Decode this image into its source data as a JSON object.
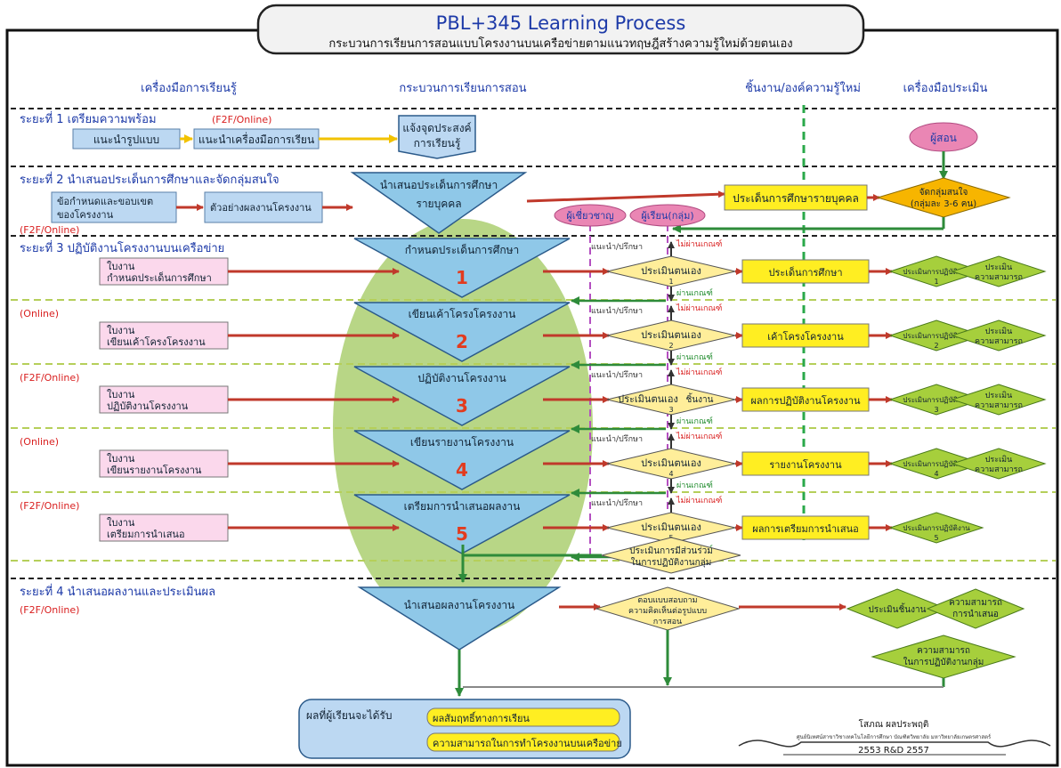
{
  "header": {
    "title": "PBL+345  Learning Process",
    "subtitle": "กระบวนการเรียนการสอนแบบโครงงานบนเครือข่ายตามแนวทฤษฎีสร้างความรู้ใหม่ด้วยตนเอง"
  },
  "columns": {
    "tools": "เครื่องมือการเรียนรู้",
    "process": "กระบวนการเรียนการสอน",
    "outputs": "ชิ้นงาน/องค์ความรู้ใหม่",
    "assessment": "เครื่องมือประเมิน"
  },
  "phases": [
    {
      "title": "ระยะที่ 1 เตรียมความพร้อม",
      "mode": "(F2F/Online)"
    },
    {
      "title": "ระยะที่ 2 นำเสนอประเด็นการศึกษาและจัดกลุ่มสนใจ",
      "mode": "(F2F/Online)"
    },
    {
      "title": "ระยะที่ 3 ปฏิบัติงานโครงงานบนเครือข่าย",
      "mode": "(Online)"
    },
    {
      "title": "ระยะที่ 4 นำเสนอผลงานและประเมินผล",
      "mode": "(F2F/Online)"
    }
  ],
  "phase1": {
    "box1": "แนะนำรูปแบบ",
    "box2": "แนะนำเครื่องมือการเรียน",
    "objective_line1": "แจ้งจุดประสงค์",
    "objective_line2": "การเรียนรู้",
    "teacher": "ผู้สอน"
  },
  "phase2": {
    "scope_line1": "ข้อกำหนดและขอบเขต",
    "scope_line2": "ของโครงงาน",
    "example": "ตัวอย่างผลงานโครงงาน",
    "present_line1": "นำเสนอประเด็นการศึกษา",
    "present_line2": "รายบุคคล",
    "individual_topics": "ประเด็นการศึกษารายบุคคล",
    "grouping_line1": "จัดกลุ่มสนใจ",
    "grouping_line2": "(กลุ่มละ 3-6 คน)",
    "expert": "ผู้เชี่ยวชาญ",
    "learner": "ผู้เรียน(กลุ่ม)"
  },
  "steps": [
    {
      "mode": "(Online)",
      "ws1": "ใบงาน",
      "ws2": "กำหนดประเด็นการศึกษา",
      "name": "กำหนดประเด็นการศึกษา",
      "num": "1",
      "advise": "แนะนำ/ปรึกษา",
      "fail": "ไม่ผ่านเกณฑ์",
      "pass": "ผ่านเกณฑ์",
      "self": "ประเมินตนเอง",
      "self_num": "1",
      "extra": "",
      "output": "ประเด็นการศึกษา",
      "assess1": "ประเมินการปฏิบัติงาน",
      "assess1_num": "1",
      "assess2a": "ประเมิน",
      "assess2b": "ความสามารถ"
    },
    {
      "mode": "(Online)",
      "ws1": "ใบงาน",
      "ws2": "เขียนเค้าโครงโครงงาน",
      "name": "เขียนเค้าโครงโครงงาน",
      "num": "2",
      "advise": "แนะนำ/ปรึกษา",
      "fail": "ไม่ผ่านเกณฑ์",
      "pass": "ผ่านเกณฑ์",
      "self": "ประเมินตนเอง",
      "self_num": "2",
      "extra": "",
      "output": "เค้าโครงโครงงาน",
      "assess1": "ประเมินการปฏิบัติงาน",
      "assess1_num": "2",
      "assess2a": "ประเมิน",
      "assess2b": "ความสามารถ"
    },
    {
      "mode": "(F2F/Online)",
      "ws1": "ใบงาน",
      "ws2": "ปฏิบัติงานโครงงาน",
      "name": "ปฏิบัติงานโครงงาน",
      "num": "3",
      "advise": "แนะนำ/ปรึกษา",
      "fail": "ไม่ผ่านเกณฑ์",
      "pass": "ผ่านเกณฑ์",
      "self": "ประเมินตนเอง",
      "self_num": "3",
      "extra": "ชิ้นงาน",
      "output": "ผลการปฏิบัติงานโครงงาน",
      "assess1": "ประเมินการปฏิบัติงาน",
      "assess1_num": "3",
      "assess2a": "ประเมิน",
      "assess2b": "ความสามารถ"
    },
    {
      "mode": "(Online)",
      "ws1": "ใบงาน",
      "ws2": "เขียนรายงานโครงงาน",
      "name": "เขียนรายงานโครงงาน",
      "num": "4",
      "advise": "แนะนำ/ปรึกษา",
      "fail": "ไม่ผ่านเกณฑ์",
      "pass": "ผ่านเกณฑ์",
      "self": "ประเมินตนเอง",
      "self_num": "4",
      "extra": "",
      "output": "รายงานโครงงาน",
      "assess1": "ประเมินการปฏิบัติงาน",
      "assess1_num": "4",
      "assess2a": "ประเมิน",
      "assess2b": "ความสามารถ"
    },
    {
      "mode": "(F2F/Online)",
      "ws1": "ใบงาน",
      "ws2": "เตรียมการนำเสนอ",
      "name": "เตรียมการนำเสนอผลงาน",
      "num": "5",
      "advise": "แนะนำ/ปรึกษา",
      "fail": "ไม่ผ่านเกณฑ์",
      "pass": "ผ่านเกณฑ์",
      "self": "ประเมินตนเอง",
      "self_num": "5",
      "extra": "",
      "output": "ผลการเตรียมการนำเสนอ",
      "assess1": "ประเมินการปฏิบัติงาน",
      "assess1_num": "5",
      "assess2a": "",
      "assess2b": ""
    }
  ],
  "participation_line1": "ประเมินการมีส่วนร่วม",
  "participation_line2": "ในการปฏิบัติงานกลุ่ม",
  "phase4": {
    "present": "นำเสนอผลงานโครงงาน",
    "survey_line1": "ตอบแบบสอบถาม",
    "survey_line2": "ความคิดเห็นต่อรูปแบบ",
    "survey_line3": "การสอน",
    "work_eval": "ประเมินชิ้นงาน",
    "ability_line1": "ความสามารถ",
    "ability_line2": "การนำเสนอ",
    "group_line1": "ความสามารถ",
    "group_line2": "ในการปฏิบัติงานกลุ่ม"
  },
  "results": {
    "label": "ผลที่ผู้เรียนจะได้รับ",
    "item1": "ผลสัมฤทธิ์ทางการเรียน",
    "item2": "ความสามารถในการทำโครงงานบนเครือข่าย"
  },
  "signature": {
    "name": "โสภณ  ผลประพฤติ",
    "affiliation": "ศูนย์นิเทศน์สาขาวิชาเทคโนโลยีการศึกษา บัณฑิตวิทยาลัย มหาวิทยาลัยเกษตรศาสตร์",
    "years": "2553  R&D  2557"
  },
  "colors": {
    "light_blue": "#bcd8f2",
    "triangle_blue": "#8fc8e8",
    "yellow": "#ffee22",
    "green_diamond": "#a6cf3c",
    "pink": "#ea86b4",
    "blob_green": "#b8d686",
    "red_text": "#d92020",
    "arrow_red": "#c0392b",
    "dashed_green": "#2aa84a",
    "dashed_purple": "#b44fc0"
  }
}
